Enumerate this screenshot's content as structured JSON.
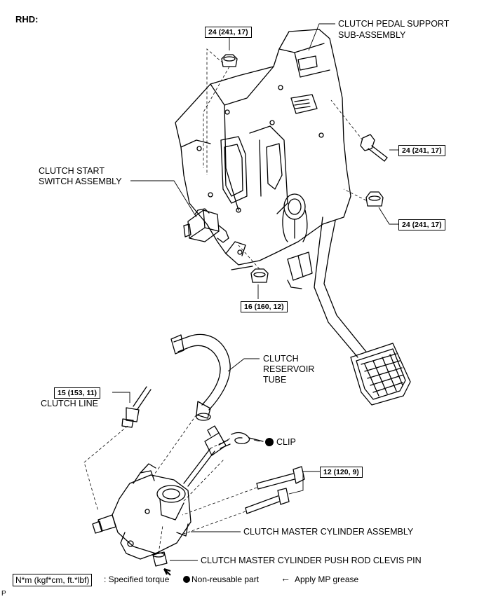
{
  "header": {
    "title": "RHD:"
  },
  "labels": {
    "pedal_support": [
      "CLUTCH PEDAL SUPPORT",
      "SUB-ASSEMBLY"
    ],
    "start_switch": [
      "CLUTCH START",
      "SWITCH ASSEMBLY"
    ],
    "reservoir_tube": [
      "CLUTCH",
      "RESERVOIR",
      "TUBE"
    ],
    "clutch_line": "CLUTCH LINE",
    "clip": "CLIP",
    "master_cylinder": "CLUTCH MASTER CYLINDER ASSEMBLY",
    "clevis_pin": "CLUTCH MASTER CYLINDER PUSH ROD CLEVIS PIN"
  },
  "torques": {
    "t1": "24 (241, 17)",
    "t2": "24 (241, 17)",
    "t3": "24 (241, 17)",
    "t4": "16 (160, 12)",
    "t5": "15 (153, 11)",
    "t6": "12 (120, 9)"
  },
  "legend": {
    "torque_box": "N*m (kgf*cm, ft.*lbf)",
    "torque_text": ": Specified torque",
    "nonreusable": "Non-reusable part",
    "grease": "Apply MP grease"
  },
  "footer": {
    "code": "P"
  }
}
